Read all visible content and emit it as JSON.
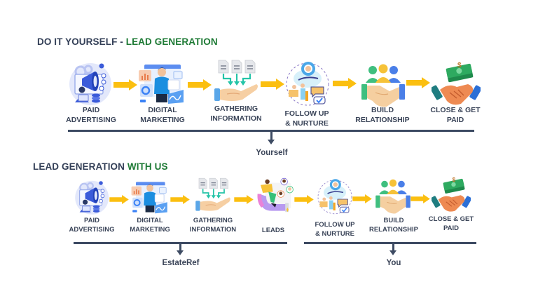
{
  "colors": {
    "heading": "#333f57",
    "accent_green": "#1e7a35",
    "arrow_yellow": "#fbbf10",
    "connector": "#3d4b63"
  },
  "section_diy": {
    "title_main": "DO IT YOURSELF - ",
    "title_accent": "LEAD GENERATION",
    "steps": [
      {
        "label": "PAID\nADVERTISING",
        "icon": "megaphone-advertising-icon"
      },
      {
        "label": "DIGITAL\nMARKETING",
        "icon": "digital-marketing-person-icon"
      },
      {
        "label": "GATHERING\nINFORMATION",
        "icon": "documents-into-hand-icon"
      },
      {
        "label": "FOLLOW UP\n& NURTURE",
        "icon": "follow-up-nurture-icon"
      },
      {
        "label": "BUILD\nRELATIONSHIP",
        "icon": "team-handshake-icon"
      },
      {
        "label": "CLOSE & GET\nPAID",
        "icon": "money-handshake-icon"
      }
    ],
    "owner": "Yourself"
  },
  "section_with_us": {
    "title_main": "LEAD GENERATION ",
    "title_accent": "WITH US",
    "steps": [
      {
        "label": "PAID\nADVERTISING",
        "icon": "megaphone-advertising-icon"
      },
      {
        "label": "DIGITAL\nMARKETING",
        "icon": "digital-marketing-person-icon"
      },
      {
        "label": "GATHERING\nINFORMATION",
        "icon": "documents-into-hand-icon"
      },
      {
        "label": "LEADS",
        "icon": "magnet-leads-icon"
      },
      {
        "label": "FOLLOW UP\n& NURTURE",
        "icon": "follow-up-nurture-icon"
      },
      {
        "label": "BUILD\nRELATIONSHIP",
        "icon": "team-handshake-icon"
      },
      {
        "label": "CLOSE & GET\nPAID",
        "icon": "money-handshake-icon"
      }
    ],
    "owner_left": "EstateRef",
    "owner_right": "You"
  }
}
